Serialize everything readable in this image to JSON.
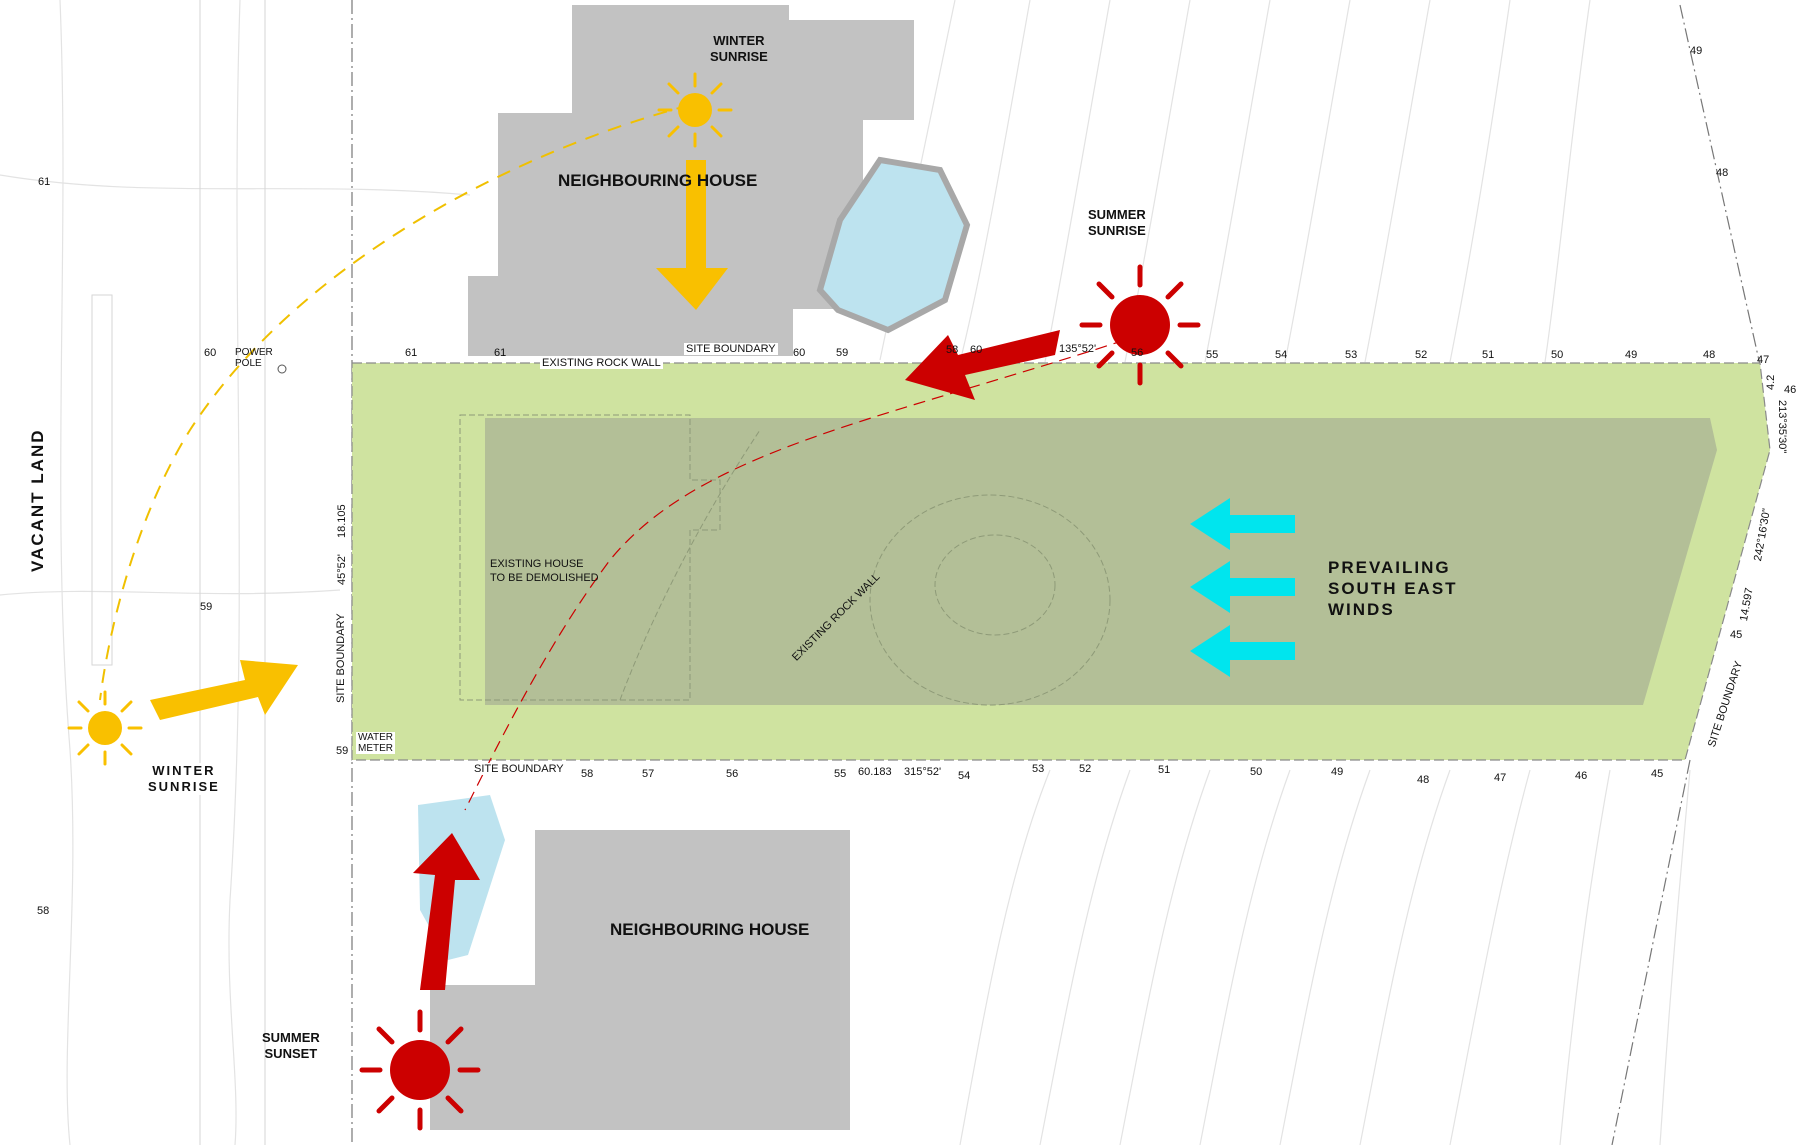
{
  "labels": {
    "vacant_land": "VACANT LAND",
    "neighbouring_house_top": "NEIGHBOURING HOUSE",
    "neighbouring_house_bottom": "NEIGHBOURING HOUSE",
    "winter_sunrise_top": "WINTER\nSUNRISE",
    "winter_sunrise_left": "WINTER\nSUNRISE",
    "summer_sunrise": "SUMMER\nSUNRISE",
    "summer_sunset": "SUMMER\nSUNSET",
    "prevailing_winds": "PREVAILING\nSOUTH EAST\nWINDS",
    "existing_house": "EXISTING HOUSE\nTO BE DEMOLISHED",
    "existing_rock_wall_top": "EXISTING ROCK WALL",
    "existing_rock_wall_diag": "EXISTING ROCK WALL",
    "site_boundary_top": "SITE BOUNDARY",
    "site_boundary_bottom": "SITE BOUNDARY",
    "site_boundary_left": "SITE BOUNDARY",
    "site_boundary_right": "SITE BOUNDARY",
    "power_pole": "POWER\nPOLE",
    "water_meter": "WATER\nMETER"
  },
  "dimensions": {
    "left_length": "18.105",
    "left_bearing": "45°52'",
    "top_bearing": "135°52'",
    "bottom_length": "60.183",
    "bottom_bearing": "315°52'",
    "right_upper_length": "4.2",
    "right_upper_bearing": "213°35'30\"",
    "right_lower_bearing": "242°16'30\"",
    "right_lower_length": "14.597"
  },
  "contours_top": [
    "61",
    "61",
    "60",
    "59",
    "58",
    "60",
    "56",
    "55",
    "54",
    "53",
    "52",
    "51",
    "50",
    "49",
    "48",
    "47"
  ],
  "contours_bottom": [
    "58",
    "57",
    "56",
    "55",
    "54",
    "53",
    "52",
    "51",
    "50",
    "49",
    "48",
    "47",
    "46",
    "45"
  ],
  "contours_misc": {
    "c61_left": "61",
    "c60_left": "60",
    "c59_left": "59",
    "c59_wm": "59",
    "c58_left": "58",
    "c49_right": "49",
    "c48_right": "48",
    "c46_right": "46",
    "c45_right": "45"
  },
  "colors": {
    "site_fill": "#cfe3a0",
    "building_zone": "#b3bf97",
    "house_grey": "#c2c2c2",
    "pool_blue": "#bde3ef",
    "winter_sun": "#f9c000",
    "summer_sun": "#cc0000",
    "wind_arrow": "#00e5ee"
  }
}
